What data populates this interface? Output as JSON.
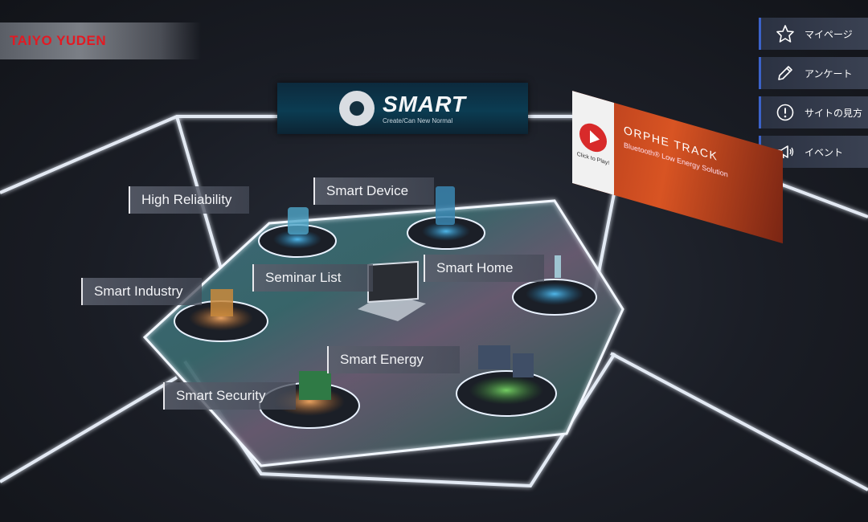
{
  "brand": {
    "name": "TAIYO YUDEN",
    "color": "#e21a23"
  },
  "nav": {
    "items": [
      {
        "icon": "star-icon",
        "label": "マイページ"
      },
      {
        "icon": "pencil-icon",
        "label": "アンケート"
      },
      {
        "icon": "info-icon",
        "label": "サイトの見方"
      },
      {
        "icon": "megaphone-icon",
        "label": "イベント"
      }
    ]
  },
  "banner": {
    "title": "SMART",
    "subtitle": "Create/Can New Normal"
  },
  "promo": {
    "play_text": "Click to Play!",
    "title": "ORPHE TRACK",
    "subtitle": "Bluetooth® Low Energy Solution"
  },
  "booths": {
    "high_reliability": "High Reliability",
    "smart_device": "Smart Device",
    "smart_home": "Smart Home",
    "seminar_list": "Seminar List",
    "smart_industry": "Smart Industry",
    "smart_energy": "Smart Energy",
    "smart_security": "Smart Security"
  },
  "colors": {
    "accent": "#3b62c9",
    "glow": "#e9f2ff"
  }
}
